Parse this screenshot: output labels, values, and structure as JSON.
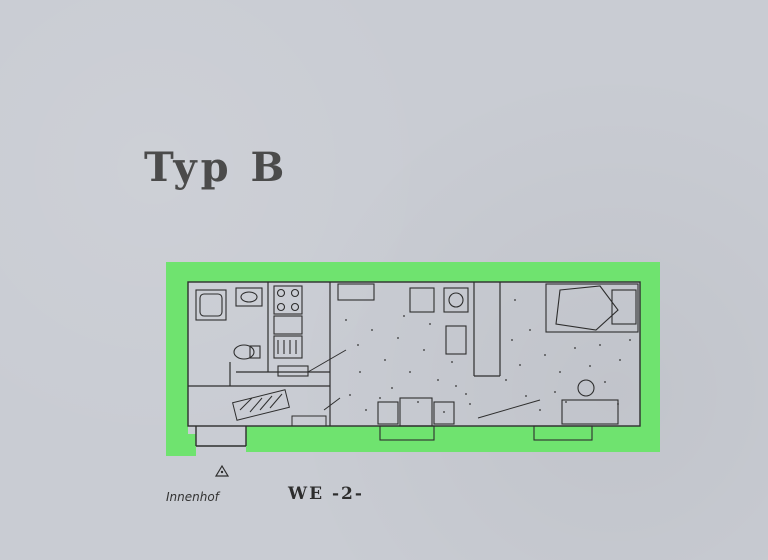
{
  "plan": {
    "title": "Typ B",
    "courtyard_label": "Innenhof",
    "unit_label": "WE -2-"
  },
  "colors": {
    "paper": "#c9ccd3",
    "highlight": "#6fe36f",
    "ink": "#2e2e2e"
  }
}
